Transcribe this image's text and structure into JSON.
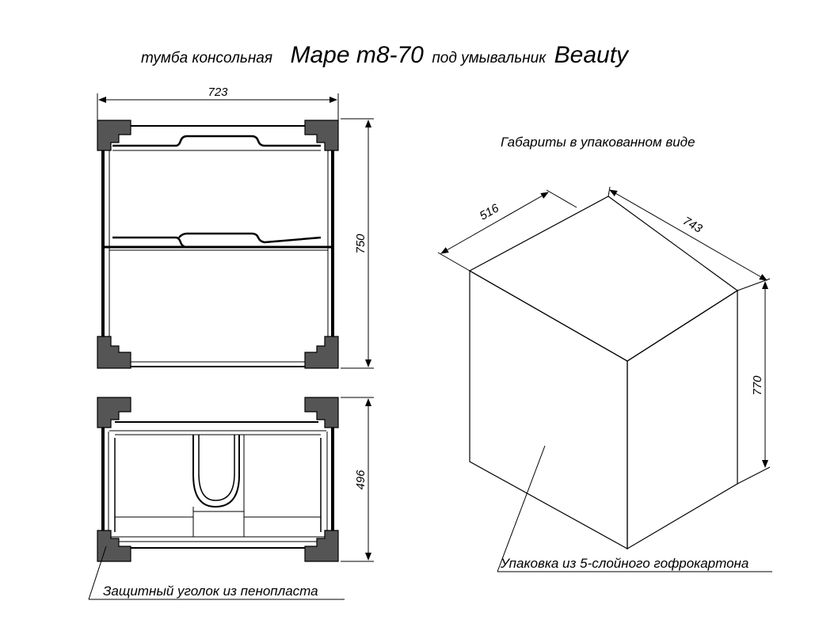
{
  "title": {
    "part1": "тумба консольная",
    "model": "Mape т8-70",
    "part2": "под умывальник",
    "brand": "Beauty"
  },
  "front_view": {
    "width_dim": "723",
    "height_dim": "750"
  },
  "top_view": {
    "depth_dim": "496",
    "corner_label": "Защитный уголок из пенопласта"
  },
  "package": {
    "heading": "Габариты в упакованном виде",
    "depth_dim": "516",
    "width_dim": "743",
    "height_dim": "770",
    "material_label": "Упаковка из 5-слойного гофрокартона"
  }
}
